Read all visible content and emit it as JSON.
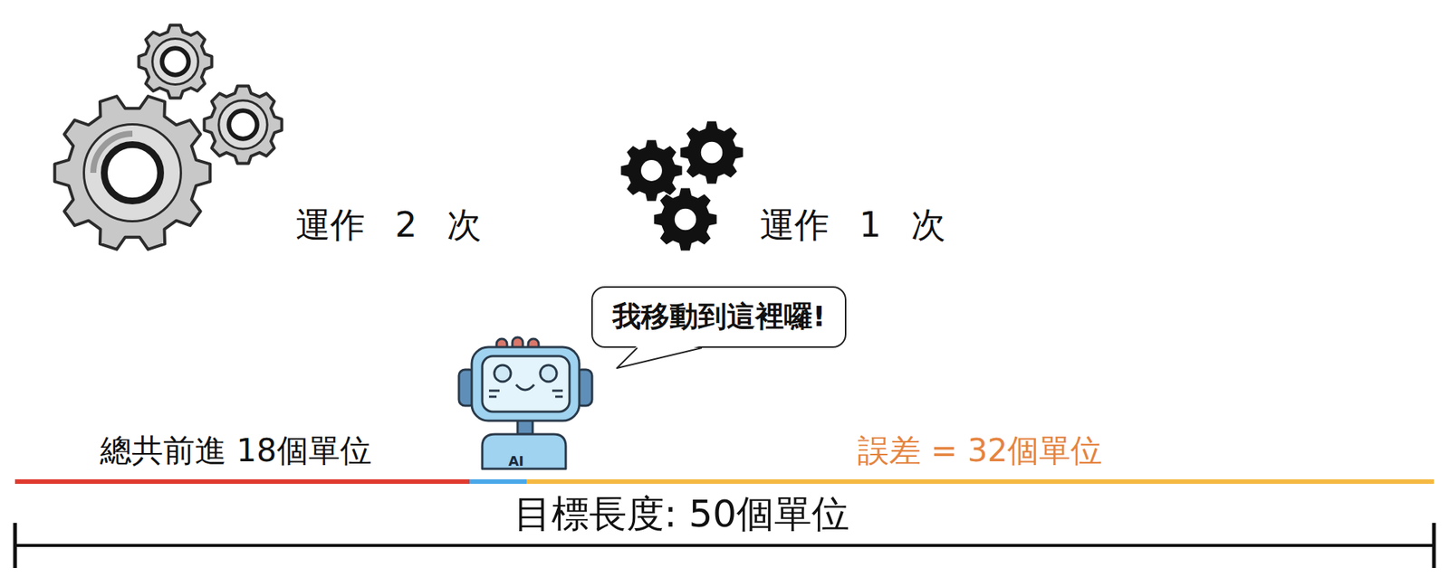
{
  "diagram": {
    "nodes": [
      {
        "text": [
          "我移動到這裡囉!"
        ]
      }
    ],
    "labels": [
      "運作 2 次",
      "運作 1 次",
      "AI",
      "總共前進 18個單位",
      "誤差 = 32個單位",
      "目標長度: 50個單位"
    ]
  }
}
